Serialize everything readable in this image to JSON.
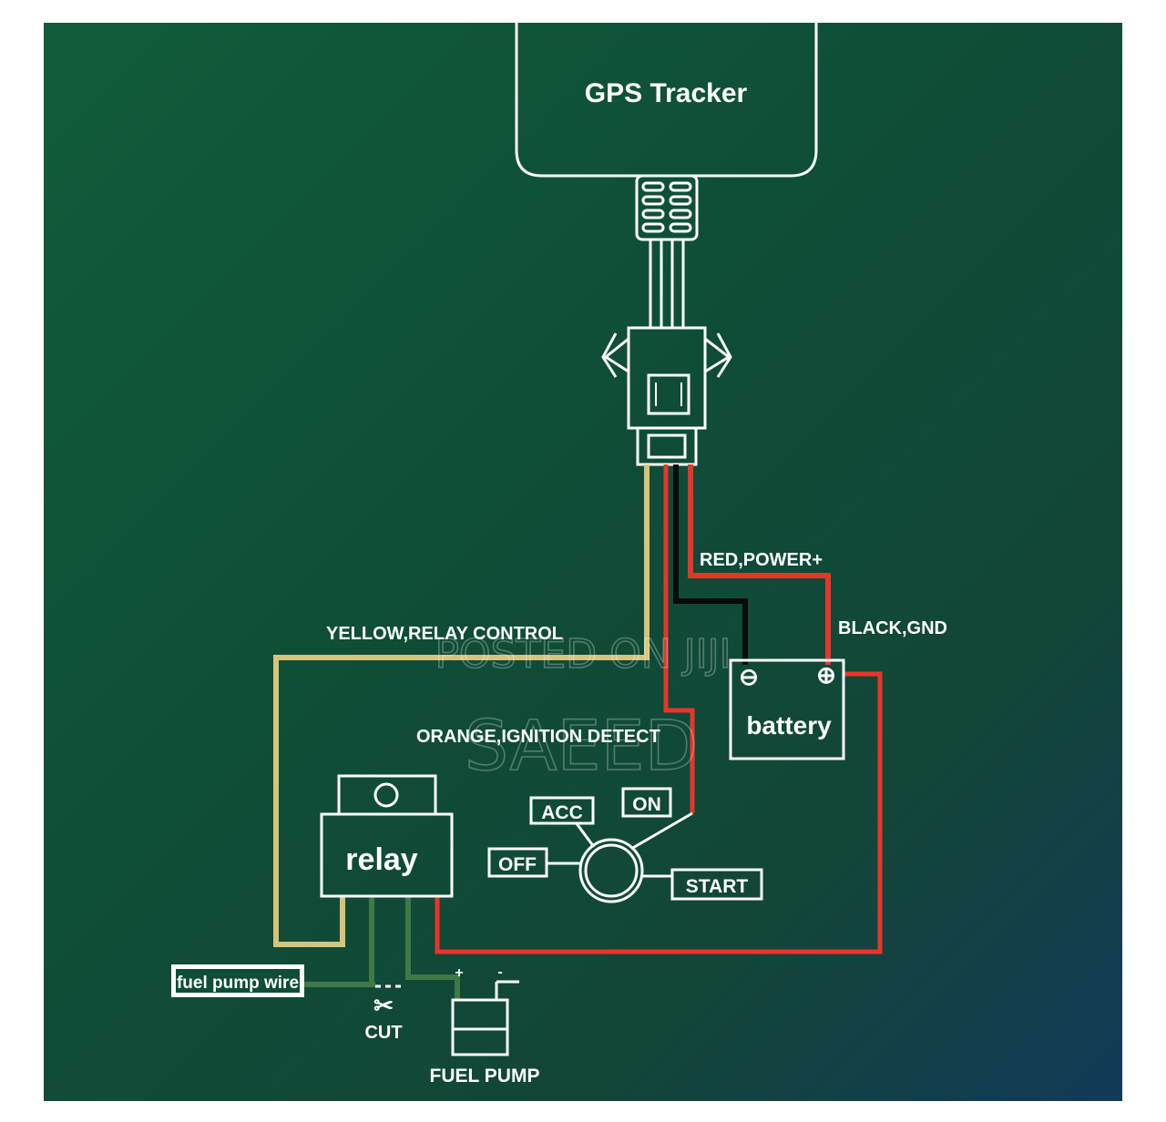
{
  "title": "GPS Tracker",
  "wires": {
    "red_label": "RED,POWER+",
    "black_label": "BLACK,GND",
    "yellow_label": "YELLOW,RELAY CONTROL",
    "orange_label": "ORANGE,IGNITION DETECT",
    "red_color": "#e8352b",
    "black_color": "#0a0a0a",
    "yellow_color": "#d8c37a",
    "green_color": "#3f7a45"
  },
  "battery": {
    "label": "battery",
    "minus": "⊖",
    "plus": "⊕"
  },
  "relay": {
    "label": "relay"
  },
  "ignition": {
    "acc": "ACC",
    "on": "ON",
    "off": "OFF",
    "start": "START"
  },
  "fuel": {
    "wire_label": "fuel pump wire",
    "cut_label": "CUT",
    "pump_label": "FUEL PUMP",
    "plus": "+",
    "minus": "-"
  },
  "watermark": {
    "line1": "POSTED ON JIJI",
    "line2": "SAEED"
  }
}
